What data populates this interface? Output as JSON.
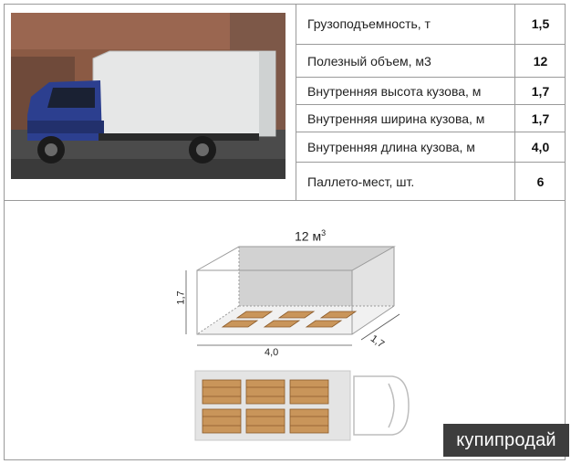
{
  "specs": [
    {
      "label": "Грузоподъемность, т",
      "value": "1,5"
    },
    {
      "label": "Полезный объем, м3",
      "value": "12"
    },
    {
      "label": "Внутренняя высота кузова, м",
      "value": "1,7"
    },
    {
      "label": "Внутренняя ширина кузова, м",
      "value": "1,7"
    },
    {
      "label": "Внутренняя длина кузова, м",
      "value": "4,0"
    },
    {
      "label": "Паллето-мест, шт.",
      "value": "6"
    }
  ],
  "diagram": {
    "volume_number": "12 м",
    "volume_exp": "3",
    "height_label": "1,7",
    "length_label": "4,0",
    "width_label": "1,7"
  },
  "watermark": "купипродай"
}
